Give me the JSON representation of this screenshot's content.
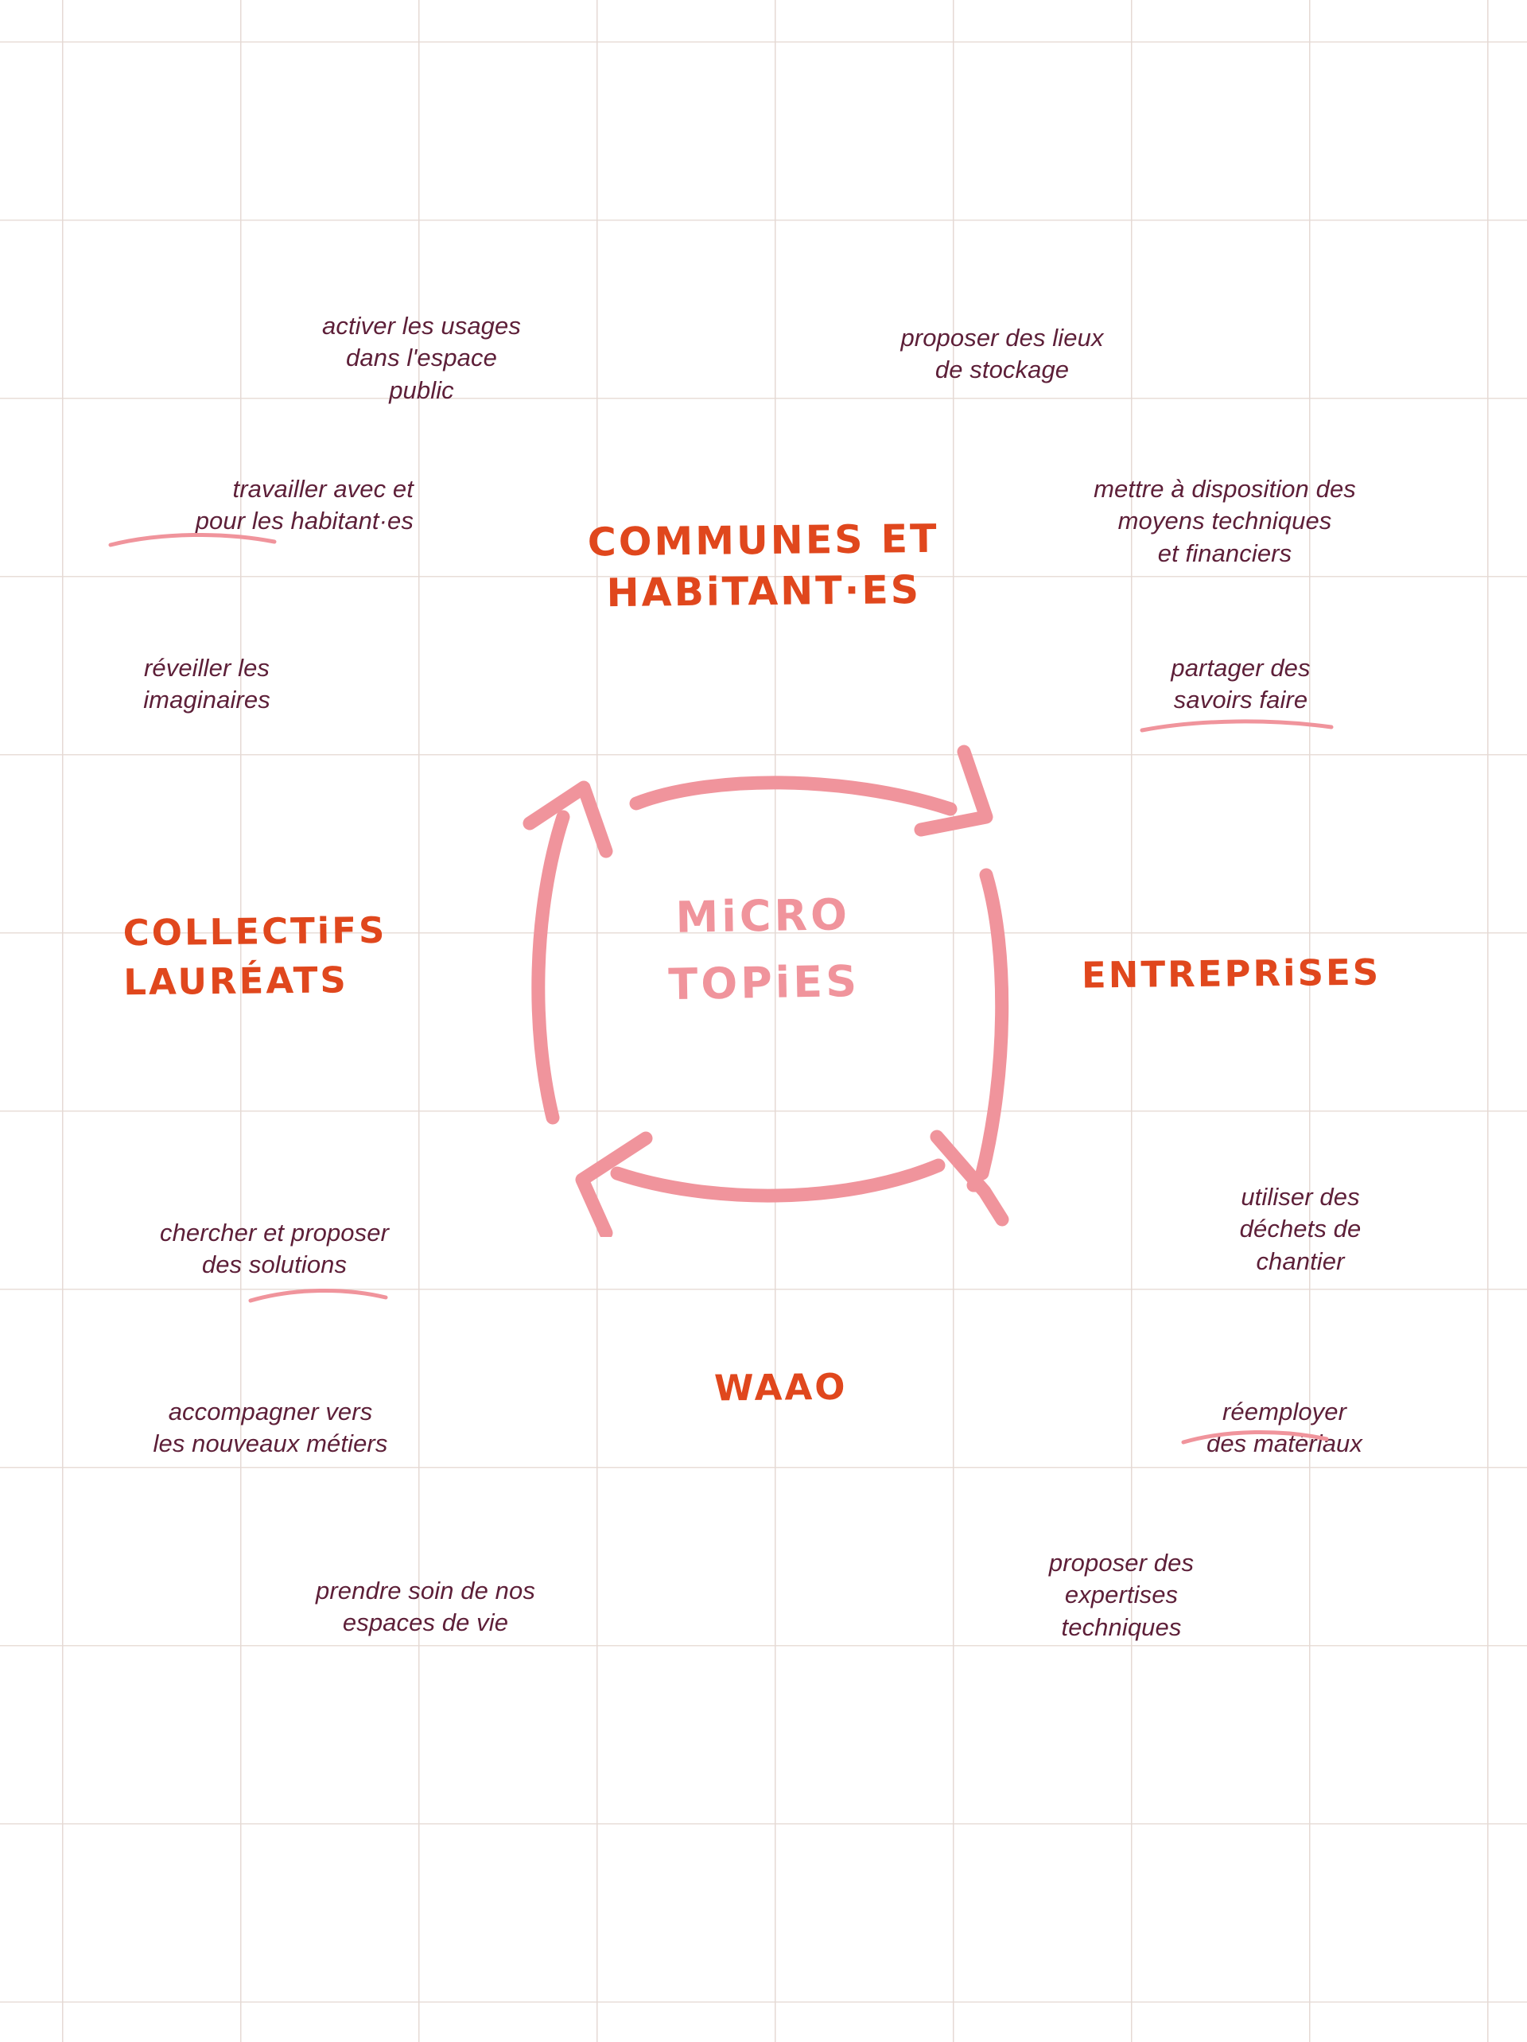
{
  "canvas": {
    "background_color": "#ffffff",
    "grid_line_color": "#e5d9d4"
  },
  "palette": {
    "orange": "#e0471d",
    "pink": "#f0949c",
    "maroon": "#5d1f38"
  },
  "center": {
    "label": "MiCRO\nTOPiES"
  },
  "actors": {
    "top": "COMMUNES ET\nHABiTANT·ES",
    "left": "COLLECTiFS\nLAURÉATS",
    "right": "ENTREPRiSES",
    "bottom": "WAAO"
  },
  "notes": {
    "activer_usages": "activer les usages\ndans l'espace\npublic",
    "proposer_stockage": "proposer des lieux\nde stockage",
    "travailler_habitants": "travailler avec et\npour les habitant·es",
    "mettre_disposition": "mettre à disposition des\nmoyens techniques\net financiers",
    "reveiller_imaginaires": "réveiller les\nimaginaires",
    "partager_savoirs": "partager des\nsavoirs faire",
    "chercher_solutions": "chercher et proposer\ndes solutions",
    "utiliser_dechets": "utiliser des\ndéchets de\nchantier",
    "accompagner_metiers": "accompagner vers\nles nouveaux métiers",
    "reemployer_materiaux": "réemployer\ndes matériaux",
    "prendre_soin": "prendre soin de nos\nespaces de vie",
    "proposer_expertises": "proposer des\nexpertises\ntechniques"
  },
  "cycle": {
    "arrows": [
      {
        "name": "top-arrow",
        "direction": "left-to-right"
      },
      {
        "name": "right-arrow",
        "direction": "top-to-bottom"
      },
      {
        "name": "bottom-arrow",
        "direction": "right-to-left"
      },
      {
        "name": "left-arrow",
        "direction": "bottom-to-top"
      }
    ]
  }
}
